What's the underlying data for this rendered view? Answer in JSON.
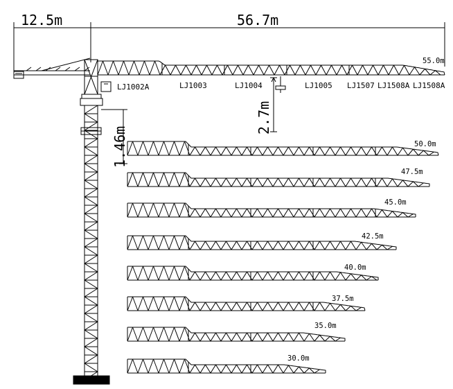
{
  "dimensions": {
    "counter_jib": "12.5m",
    "jib": "56.7m",
    "hook_drop": "2.7m",
    "trolley_offset": "1.46m"
  },
  "segments": [
    "LJ1002A",
    "LJ1003",
    "LJ1004",
    "LJ1005",
    "LJ1507",
    "LJ1508A",
    "LJ1508A"
  ],
  "jib_lengths": [
    "55.0m",
    "50.0m",
    "47.5m",
    "45.0m",
    "42.5m",
    "40.0m",
    "37.5m",
    "35.0m",
    "30.0m"
  ],
  "colors": {
    "line": "#000000",
    "background": "#ffffff"
  }
}
